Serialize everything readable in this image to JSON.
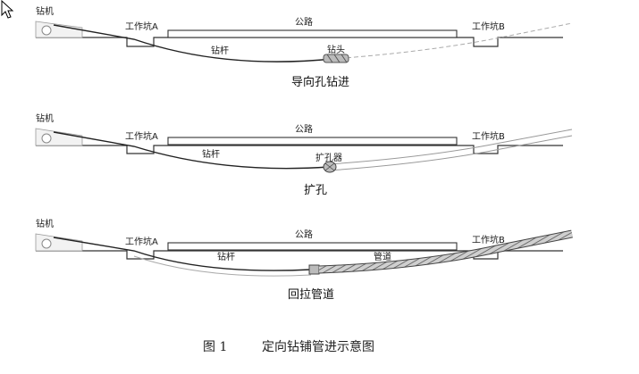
{
  "cursor": {
    "icon": "mouse-pointer-icon"
  },
  "labels": {
    "drill_rig": "钻机",
    "pit_a": "工作坑A",
    "pit_b": "工作坑B",
    "road": "公路",
    "drill_rod": "钻杆",
    "drill_head": "钻头",
    "reamer": "扩孔器",
    "pipe": "管道"
  },
  "stages": [
    {
      "caption": "导向孔钻进"
    },
    {
      "caption": "扩孔"
    },
    {
      "caption": "回拉管道"
    }
  ],
  "figure": {
    "number": "图 1",
    "title": "定向钻铺管进示意图"
  },
  "colors": {
    "line": "#2a2a2a",
    "faint": "#9a9a9a",
    "pipe": "#555555",
    "ground": "#333333"
  }
}
